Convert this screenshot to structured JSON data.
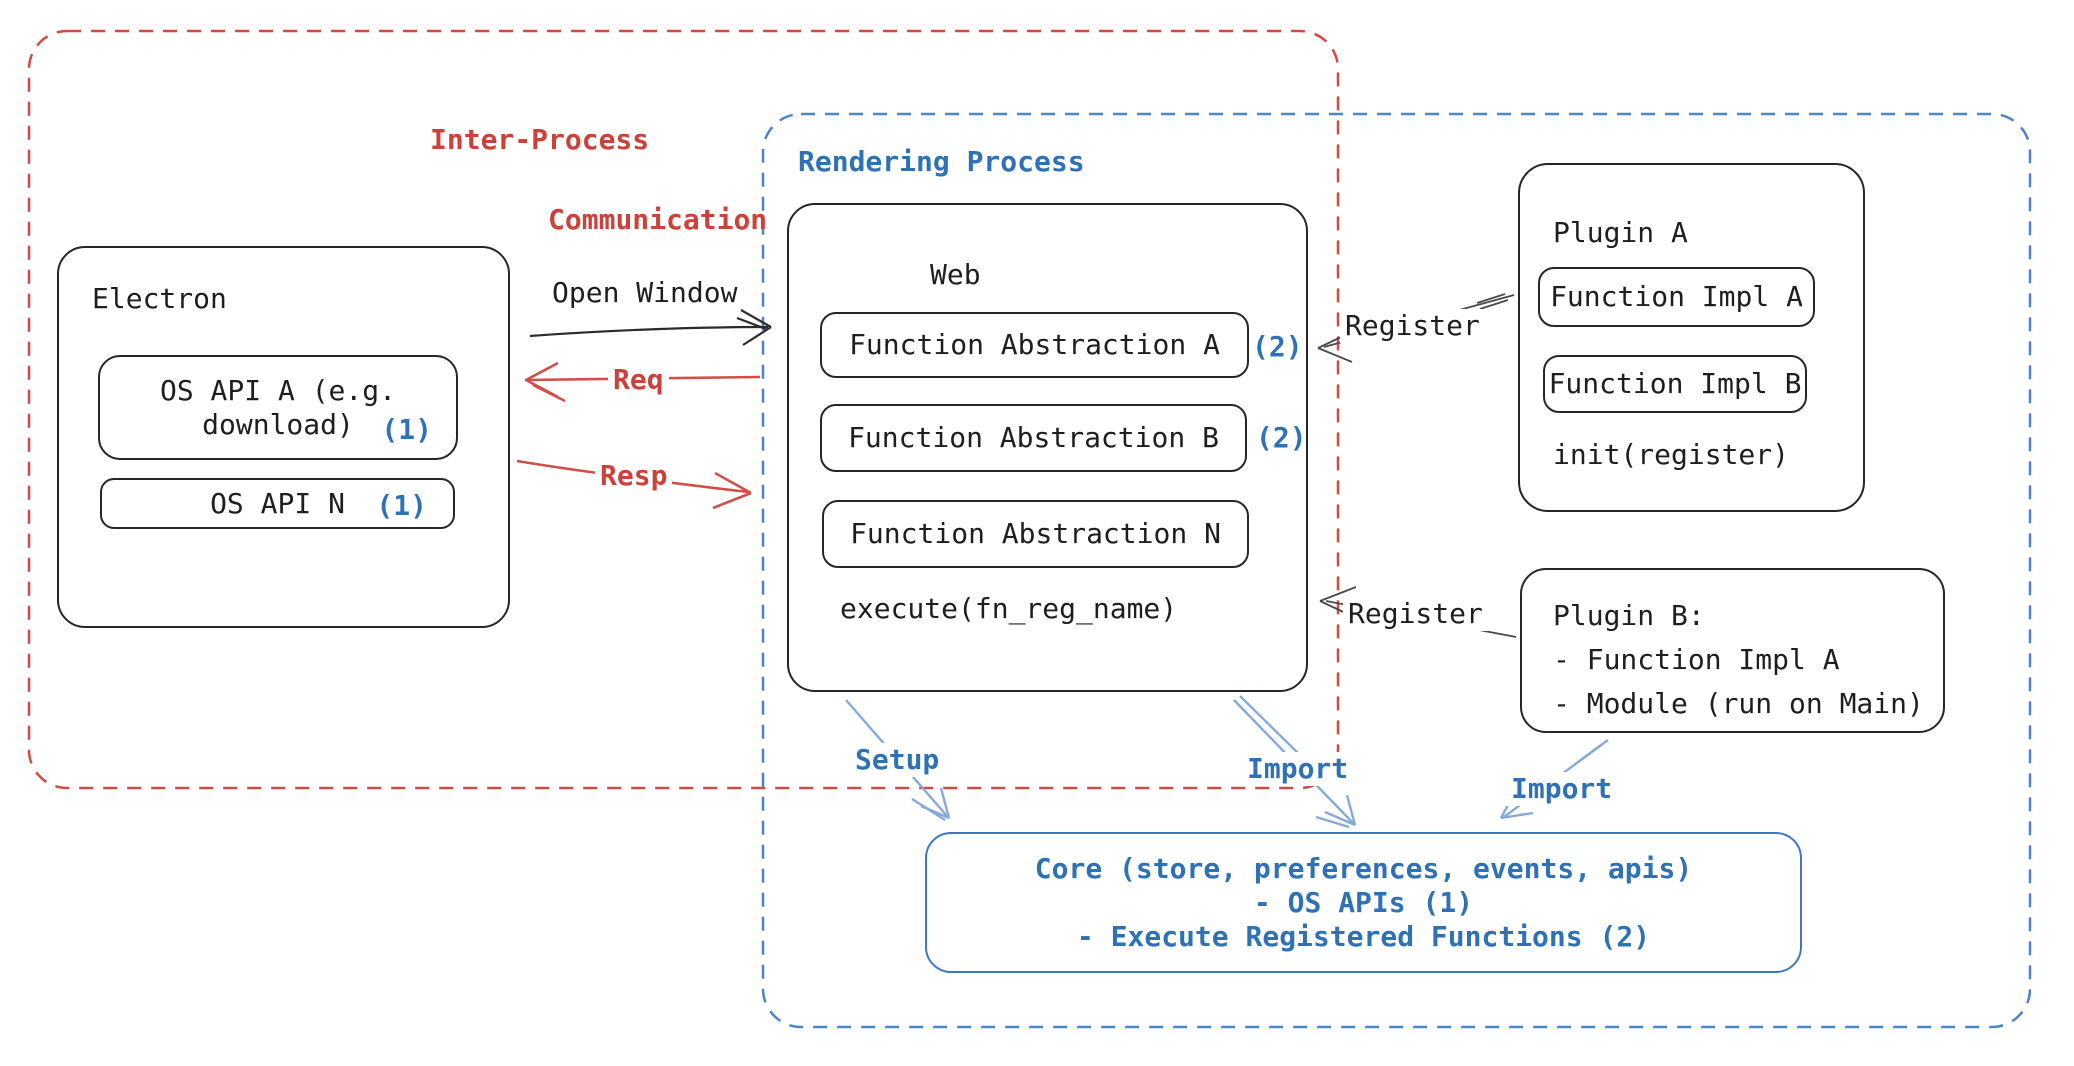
{
  "colors": {
    "red": "#cc423b",
    "red_dash": "#cf4a42",
    "blue": "#2e71b6",
    "blue_dash": "#4c85c6",
    "blue_arrow": "#85aad9",
    "black": "#262626"
  },
  "ipc_region": {
    "title_line1": "Inter-Process",
    "title_line2": "Communication"
  },
  "rendering_region": {
    "title": "Rendering Process"
  },
  "electron": {
    "title": "Electron",
    "os_api_a_line1": "OS API A (e.g.",
    "os_api_a_line2": "download)",
    "os_api_a_badge": "(1)",
    "os_api_n_label": "OS API N",
    "os_api_n_badge": "(1)"
  },
  "web": {
    "title": "Web",
    "fn_abstraction_a": "Function Abstraction A",
    "fn_abstraction_a_badge": "(2)",
    "fn_abstraction_b": "Function Abstraction B",
    "fn_abstraction_b_badge": "(2)",
    "fn_abstraction_n": "Function Abstraction N",
    "execute_label": "execute(fn_reg_name)"
  },
  "plugin_a": {
    "title": "Plugin A",
    "impl_a": "Function Impl A",
    "impl_b": "Function Impl B",
    "init_label": "init(register)"
  },
  "plugin_b": {
    "line1": "Plugin B:",
    "line2": "- Function Impl A",
    "line3": "- Module (run on Main)"
  },
  "core": {
    "line1": "Core (store, preferences, events, apis)",
    "line2": "- OS APIs (1)",
    "line3": "- Execute Registered Functions (2)"
  },
  "arrows": {
    "open_window": "Open Window",
    "req": "Req",
    "resp": "Resp",
    "register_plugin_a": "Register",
    "register_plugin_b": "Register",
    "setup": "Setup",
    "import_from_web": "Import",
    "import_from_plugin": "Import"
  }
}
